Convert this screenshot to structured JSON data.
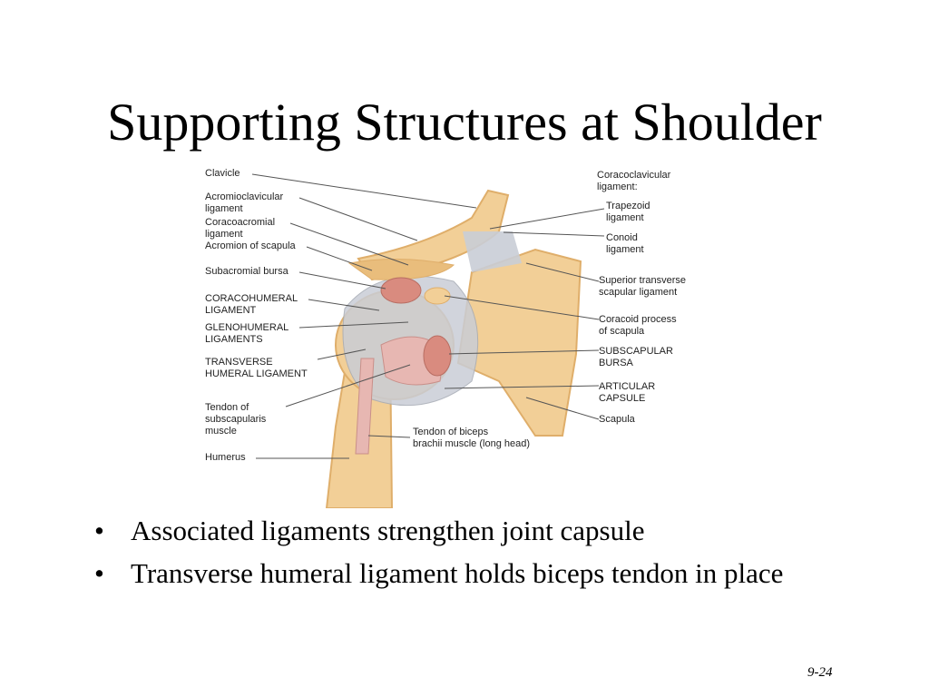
{
  "slide": {
    "title": "Supporting Structures at Shoulder",
    "page_number": "9-24"
  },
  "figure": {
    "left_labels": [
      "Clavicle",
      "Acromioclavicular\nligament",
      "Coracoacromial\nligament",
      "Acromion of scapula",
      "Subacromial bursa",
      "CORACOHUMERAL\nLIGAMENT",
      "GLENOHUMERAL\nLIGAMENTS",
      "TRANSVERSE\nHUMERAL LIGAMENT",
      "Tendon of\nsubscapularis\nmuscle",
      "Humerus"
    ],
    "right_labels": [
      "Coracoclavicular\nligament:",
      "Trapezoid\nligament",
      "Conoid\nligament",
      "Superior transverse\nscapular ligament",
      "Coracoid process\nof scapula",
      "SUBSCAPULAR\nBURSA",
      "ARTICULAR\nCAPSULE",
      "Scapula"
    ],
    "bottom_label": "Tendon of biceps\nbrachii muscle (long head)"
  },
  "bullets": [
    "Associated ligaments strengthen joint capsule",
    "Transverse humeral ligament holds biceps tendon in place"
  ],
  "colors": {
    "bone": "#f2cf97",
    "bone_shade": "#dfae6a",
    "ligament": "#c9cdd6",
    "tendon": "#e7b7b2",
    "bursa": "#d98b7f"
  }
}
